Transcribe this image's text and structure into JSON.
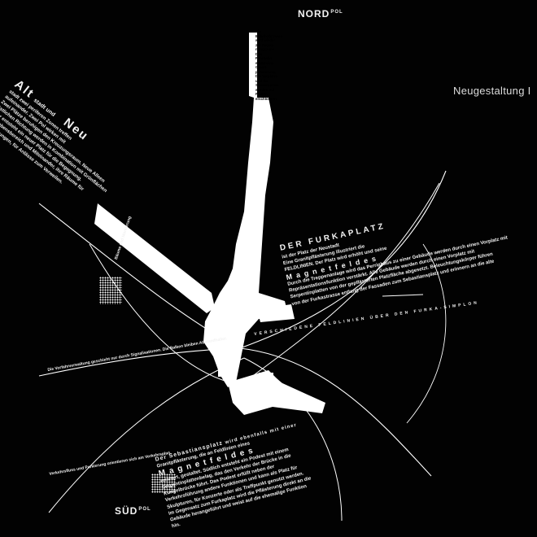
{
  "poles": {
    "north": "NORD",
    "north_suffix": "POL",
    "south": "SÜD",
    "south_suffix": "POL"
  },
  "headline": "Neugestaltung I",
  "north_street": {
    "lines": [
      "Die",
      "Bahnhofstrasse",
      "wird wieder",
      "zur Begeg-",
      "nungszone.",
      "Das",
      "Fahrbahn",
      "erhält eine",
      "Granit-",
      "pflästerung.",
      "Die Vorplätze",
      "und der",
      "Sonderzonen",
      "werden mit",
      "Platten",
      "erschlossen."
    ]
  },
  "left_block": {
    "word_alt": "Alt",
    "word_neu": "Neu",
    "lines": [
      "stadt und",
      "stadt zwei periferen Zonen treffen",
      "aufeinander. Zwei Pol wirken mit",
      "Zwei Plätze beruhigen den Kreuzungsraum. Neue Alleen",
      "östlichen Richtung werden in Kombination mit Grünflächen",
      "Hier entsteht ein neuer Platz für die Begegnung.",
      "ein Lebensbereich und Miteinander, ihre Räume für",
      "Begegnungen, für Anlässe zum Verweilen."
    ],
    "caption_1": "Bäume und Markierung",
    "caption_2": "Die Vorfahrverwaltung geschieht nur durch Signalisationen. Die Balken bleiben Abstandhalter."
  },
  "furkaplatz": {
    "title": "DER FURKAPLATZ",
    "lines": [
      "ist der Platz der Neustadt",
      "Eine Granitpflästerung illustriert die",
      "FELDLINIEN. Der Platz wird erhöht und seine",
      "Durch die Treppenanlage wird das Perrighaus zu einer Gebäude werden durch einen Vorplatz mit",
      "Repräsentationsfunktion verstärkt. Alle Gebäude werden durch einen Vorplatz mit",
      "Serpentinplatten von der gepflästerten Platzfläche abgesetzt. Beleuchtungskörper führen",
      "von der Furkastrasse entlang der Fassaden zum Sebastiansplatz und erinnern an die alte"
    ],
    "spaced_word": "Magnetfeldes",
    "marquee": "VERSCHIEDENE FELDLINIEN ÜBER DEN FURKA-SIMPLON"
  },
  "sebastian": {
    "title": "Der Sebastiansplatz",
    "title_tail": "wird ebenfalls mit einer",
    "lines": [
      "Granitpflästerung, die an Feldlinien eines",
      "erinnert, gestaltet. Südlich entsteht ein Podest mit einem",
      "Serpentinplattenbelag, das den Verkehr der Brücke in die",
      "Kungelbrücke führt. Das Podest erfüllt neben der",
      "Verkehrsführung andere Funktionen und kann als Platz für",
      "Skulpturen, für Konzerte oder als Treffpunkt genutzt werden.",
      "Im Gegensatz zum Furkaplatz wird die Pflästerung direkt an die",
      "Gebäude herangeführt und weist auf die ehemalige Funktion",
      "hin."
    ],
    "spaced_word": "Magnetfeldes",
    "caption_left": "Verkehrsfluss und Parkierung orientieren sich am Verkehrsplan."
  }
}
